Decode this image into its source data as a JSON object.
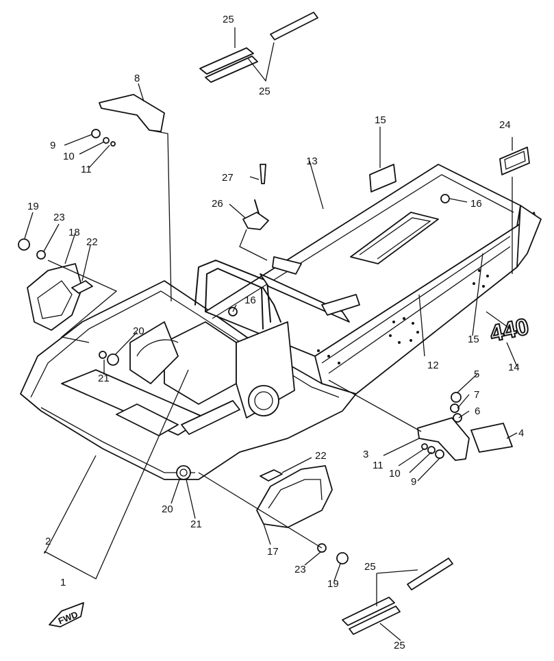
{
  "callouts": {
    "c1": "1",
    "c2": "2",
    "c3": "3",
    "c4": "4",
    "c5": "5",
    "c6": "6",
    "c7": "7",
    "c8": "8",
    "c9a": "9",
    "c9b": "9",
    "c10a": "10",
    "c10b": "10",
    "c11a": "11",
    "c11b": "11",
    "c12": "12",
    "c13": "13",
    "c14": "14",
    "c15a": "15",
    "c15b": "15",
    "c16a": "16",
    "c16b": "16",
    "c17": "17",
    "c18": "18",
    "c19a": "19",
    "c19b": "19",
    "c20a": "20",
    "c20b": "20",
    "c21a": "21",
    "c21b": "21",
    "c22a": "22",
    "c22b": "22",
    "c23a": "23",
    "c23b": "23",
    "c24": "24",
    "c25a": "25",
    "c25b": "25",
    "c25c": "25",
    "c25d": "25",
    "c26": "26",
    "c27": "27"
  },
  "decal_text": "440",
  "fwd_label": "FWD"
}
